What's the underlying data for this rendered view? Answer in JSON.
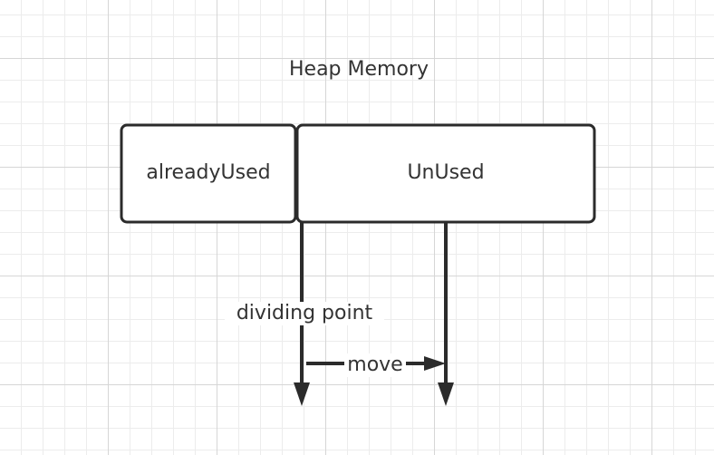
{
  "diagram": {
    "title": "Heap Memory",
    "blocks": {
      "used": "alreadyUsed",
      "unused": "UnUsed"
    },
    "labels": {
      "dividing_point": "dividing point",
      "move": "move"
    }
  }
}
